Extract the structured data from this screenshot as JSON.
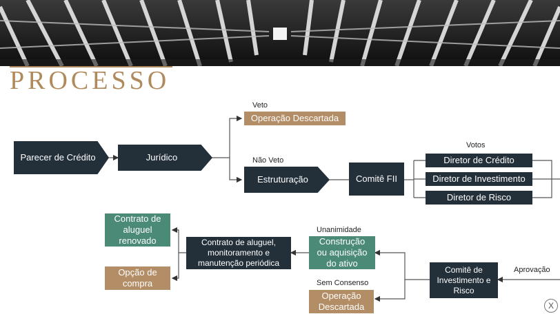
{
  "page": {
    "title": "PROCESSO"
  },
  "banner": {
    "icon": "architecture-photo"
  },
  "flow": {
    "parecer": "Parecer de Crédito",
    "juridico": "Jurídico",
    "veto_label": "Veto",
    "operacao_descartada_top": "Operação Descartada",
    "nao_veto_label": "Não Veto",
    "estruturacao": "Estruturação",
    "comite_fii": "Comitê FII",
    "votos_label": "Votos",
    "diretor_credito": "Diretor de Crédito",
    "diretor_investimento": "Diretor de Investimento",
    "diretor_risco": "Diretor de Risco",
    "aprovacao_label": "Aprovação",
    "comite_investimento_risco": "Comitê de Investimento e Risco",
    "unanimidade_label": "Unanimidade",
    "construcao": "Construção ou aquisição do ativo",
    "sem_consenso_label": "Sem Consenso",
    "operacao_descartada_bottom": "Operação Descartada",
    "contrato_aluguel": "Contrato de aluguel, monitoramento e manutenção periódica",
    "contrato_renovado": "Contrato de aluguel renovado",
    "opcao_compra": "Opção de compra"
  },
  "controls": {
    "close_label": "X",
    "close_icon": "close-circle-icon"
  },
  "colors": {
    "dark": "#23303a",
    "tan": "#b38d65",
    "teal": "#4a8a77",
    "title": "#b08a5c"
  }
}
